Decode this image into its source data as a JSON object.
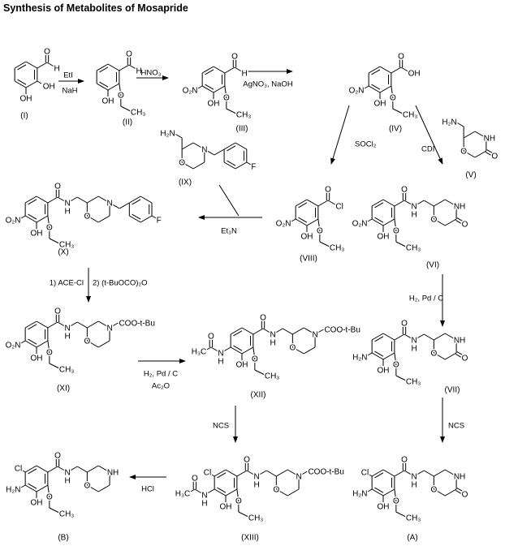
{
  "title": "Synthesis of Metabolites of Mosapride",
  "atoms": {
    "O": "O",
    "H": "H",
    "OH": "OH",
    "CH3": "CH₃",
    "O2N": "O₂N",
    "H2N": "H₂N",
    "H3C": "H₃C",
    "N": "N",
    "NH": "NH",
    "Cl": "Cl",
    "F": "F",
    "Boc": "COO-t-Bu"
  },
  "compounds": {
    "I": "(I)",
    "II": "(II)",
    "III": "(III)",
    "IV": "(IV)",
    "V": "(V)",
    "VI": "(VI)",
    "VII": "(VII)",
    "VIII": "(VIII)",
    "IX": "(IX)",
    "X": "(X)",
    "XI": "(XI)",
    "XII": "(XII)",
    "XIII": "(XIII)",
    "A": "(A)",
    "B": "(B)"
  },
  "reagents": {
    "r1a": "EtI",
    "r1b": "NaH",
    "r2": "HNO₃",
    "r3": "AgNO₃, NaOH",
    "r4": "SOCl₂",
    "r5": "CDI",
    "r6": "Et₃N",
    "r7a": "1) ACE-Cl",
    "r7b": "2) (t-BuOCO)₂O",
    "r8": "H₂, Pd / C",
    "r9a": "H₂, Pd / C",
    "r9b": "Ac₂O",
    "r10": "NCS",
    "r11": "NCS",
    "r12": "HCl"
  }
}
